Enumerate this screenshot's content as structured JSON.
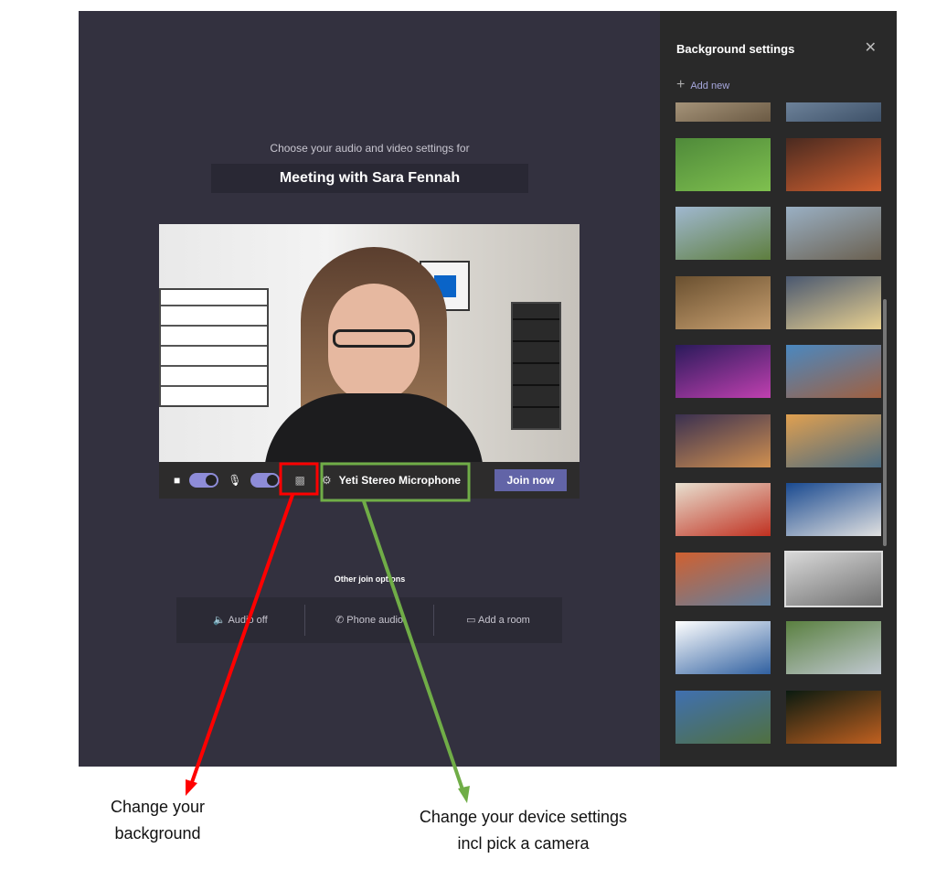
{
  "main": {
    "prompt": "Choose your audio and video settings for",
    "meeting_title": "Meeting with Sara Fennah",
    "toolbar": {
      "device_label": "Yeti Stereo Microphone",
      "join_label": "Join now"
    },
    "other_title": "Other join options",
    "options": [
      {
        "label": "Audio off",
        "icon": "speaker-muted-icon",
        "glyph": "🔈"
      },
      {
        "label": "Phone audio",
        "icon": "phone-icon",
        "glyph": "✆"
      },
      {
        "label": "Add a room",
        "icon": "cast-icon",
        "glyph": "▭"
      }
    ]
  },
  "panel": {
    "title": "Background settings",
    "close": "✕",
    "add_new": "Add new",
    "add_glyph": "+"
  },
  "annotations": {
    "background": "Change your background",
    "device": "Change your device settings incl pick a camera",
    "red": "#ff0000",
    "green": "#70ad47"
  },
  "thumbnails": [
    [
      "#c9b79a",
      "#6b5a44"
    ],
    [
      "#8aa0b8",
      "#3e5168"
    ],
    [
      "#4f8a3a",
      "#7fc04f"
    ],
    [
      "#4a2a20",
      "#d06030"
    ],
    [
      "#a0b8d0",
      "#5e7e3e"
    ],
    [
      "#9ab0c4",
      "#6a6050"
    ],
    [
      "#6a5030",
      "#c8a070"
    ],
    [
      "#4a5870",
      "#e8d090"
    ],
    [
      "#2a1a5a",
      "#c040b0"
    ],
    [
      "#4a88c0",
      "#a06040"
    ],
    [
      "#3a3050",
      "#d09050"
    ],
    [
      "#e0a050",
      "#4a6a80"
    ],
    [
      "#e8e0d0",
      "#c03020"
    ],
    [
      "#1a4a90",
      "#e0e0e0"
    ],
    [
      "#d06030",
      "#6080a0"
    ],
    [
      "#d8d8d8",
      "#707070"
    ],
    [
      "#ffffff",
      "#3060a0"
    ],
    [
      "#5a8040",
      "#c0c8d0"
    ],
    [
      "#4070b0",
      "#507040"
    ],
    [
      "#0a1a10",
      "#c06020"
    ]
  ]
}
